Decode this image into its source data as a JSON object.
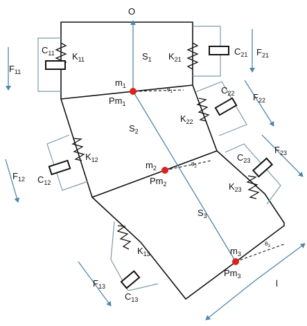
{
  "labels": {
    "origin": "O",
    "s1": "S",
    "s1_sub": "1",
    "s2": "S",
    "s2_sub": "2",
    "s3": "S",
    "s3_sub": "3",
    "m1": "m",
    "m1_sub": "1",
    "m2": "m",
    "m2_sub": "2",
    "m3": "m",
    "m3_sub": "3",
    "pm1": "Pm",
    "pm1_sub": "1",
    "pm2": "Pm",
    "pm2_sub": "2",
    "pm3": "Pm",
    "pm3_sub": "3",
    "k11": "K",
    "k11_sub": "11",
    "k12": "K",
    "k12_sub": "12",
    "k13": "K",
    "k13_sub": "13",
    "k21": "K",
    "k21_sub": "21",
    "k22": "K",
    "k22_sub": "22",
    "k23": "K",
    "k23_sub": "23",
    "c11": "C",
    "c11_sub": "11",
    "c12": "C",
    "c12_sub": "12",
    "c13": "C",
    "c13_sub": "13",
    "c21": "C",
    "c21_sub": "21",
    "c22": "C",
    "c22_sub": "22",
    "c23": "C",
    "c23_sub": "23",
    "f11": "F",
    "f11_sub": "11",
    "f12": "F",
    "f12_sub": "12",
    "f13": "F",
    "f13_sub": "13",
    "f21": "F",
    "f21_sub": "21",
    "f22": "F",
    "f22_sub": "22",
    "f23": "F",
    "f23_sub": "23",
    "theta1": "θ",
    "theta1_sub": "1",
    "theta2": "θ",
    "theta2_sub": "2",
    "theta3": "θ",
    "theta3_sub": "3",
    "length": "l"
  },
  "colors": {
    "frame": "#111111",
    "axis": "#4f86a8",
    "damper_frame": "#7a9aaa",
    "mass_point": "#e0201c"
  }
}
